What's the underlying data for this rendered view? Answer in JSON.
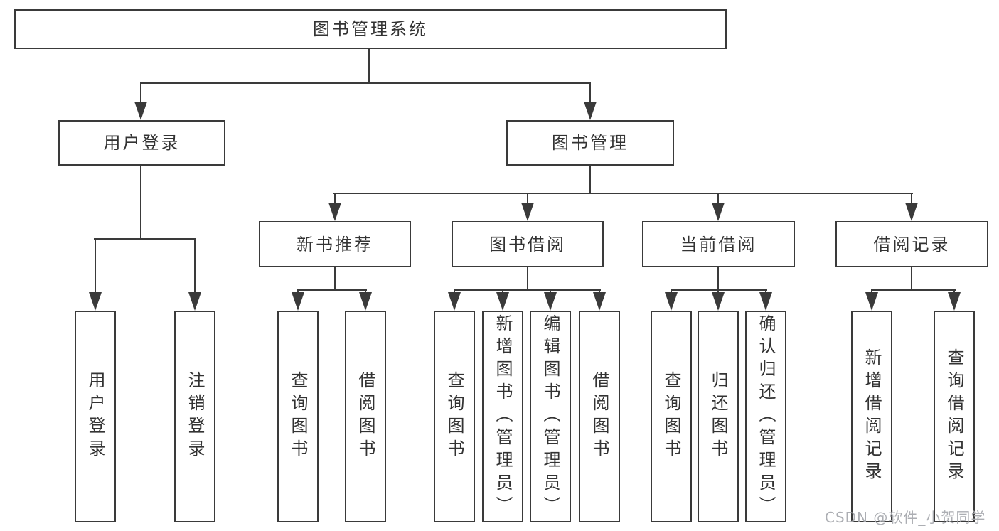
{
  "diagram": {
    "root_label": "图书管理系统",
    "branches": [
      {
        "label": "用户登录",
        "leaves": [
          "用户登录",
          "注销登录"
        ]
      },
      {
        "label": "图书管理",
        "groups": [
          {
            "label": "新书推荐",
            "leaves": [
              "查询图书",
              "借阅图书"
            ]
          },
          {
            "label": "图书借阅",
            "leaves": [
              "查询图书",
              "新增图书（管理员）",
              "编辑图书（管理员）",
              "借阅图书"
            ]
          },
          {
            "label": "当前借阅",
            "leaves": [
              "查询图书",
              "归还图书",
              "确认归还（管理员）"
            ]
          },
          {
            "label": "借阅记录",
            "leaves": [
              "新增借阅记录",
              "查询借阅记录"
            ]
          }
        ]
      }
    ],
    "colors": {
      "line": "#3a3a3a",
      "text": "#333333",
      "background": "#ffffff",
      "watermark": "#a8aaaf"
    }
  },
  "watermark_text": "CSDN @软件_小贺同学"
}
